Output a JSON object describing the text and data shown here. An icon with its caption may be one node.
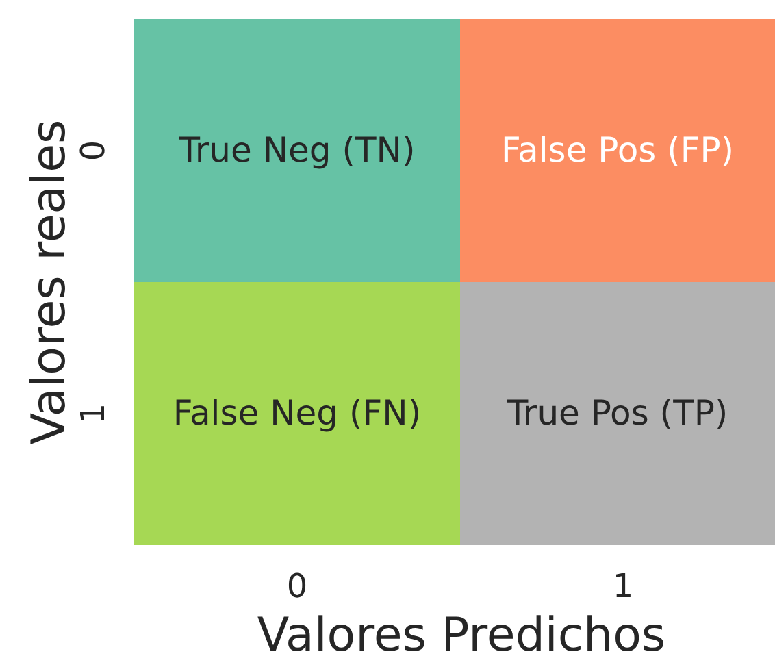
{
  "diagram": {
    "nodes": [
      {
        "text": [
          "True Neg (TN)"
        ]
      },
      {
        "text": [
          "False Pos (FP)"
        ]
      },
      {
        "text": [
          "False Neg (FN)"
        ]
      },
      {
        "text": [
          "True Pos (TP)"
        ]
      }
    ],
    "labels": [
      "Valores reales",
      "0",
      "1",
      "0",
      "1",
      "Valores Predichos"
    ]
  }
}
